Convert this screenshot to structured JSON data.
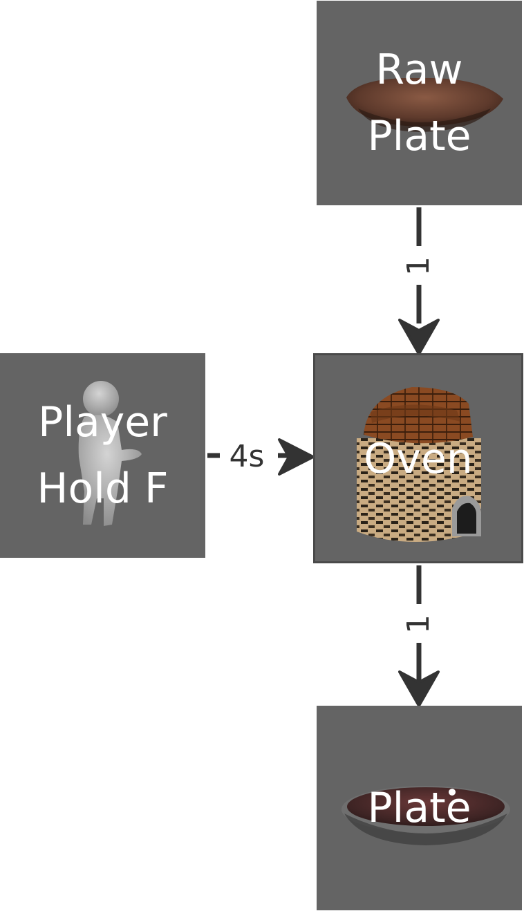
{
  "nodes": {
    "raw_plate": {
      "label": "Raw\nPlate",
      "icon": "clay-plate-icon"
    },
    "oven": {
      "label": "Oven",
      "icon": "brick-oven-icon"
    },
    "player": {
      "label": "Player\nHold F",
      "icon": "player-figure-icon"
    },
    "plate": {
      "label": "Plate",
      "icon": "finished-plate-icon"
    }
  },
  "edges": {
    "raw_to_oven": {
      "label": "1"
    },
    "player_to_oven": {
      "label": "4s"
    },
    "oven_to_plate": {
      "label": "1"
    }
  },
  "colors": {
    "node_fill": "#646464",
    "edge": "#333333",
    "text": "#ffffff"
  }
}
